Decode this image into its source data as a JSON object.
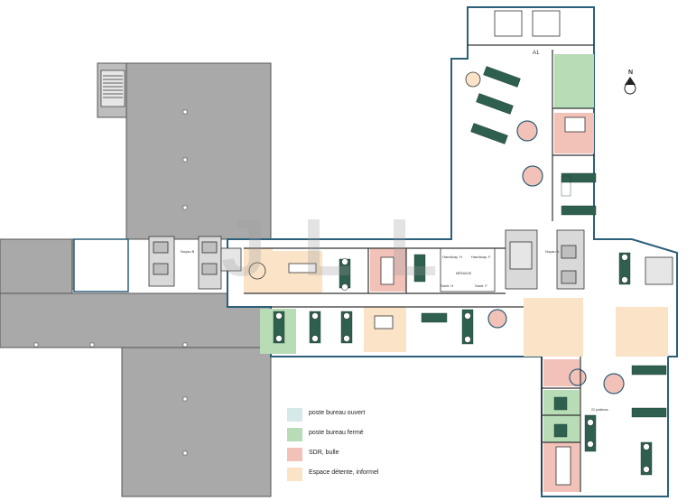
{
  "legend": {
    "items": [
      {
        "label": "poste bureau ouvert",
        "color": "#d6e9ea"
      },
      {
        "label": "poste bureau fermé",
        "color": "#b7dcb6"
      },
      {
        "label": "SDR, bulle",
        "color": "#f2c1b7"
      },
      {
        "label": "Espace détente, informel",
        "color": "#fbe3c7"
      }
    ]
  },
  "plan_labels": {
    "wing_label": "A1",
    "core_b": "Noyau B",
    "core_a": "Noyau A",
    "sanitary_1": "Handicap. H",
    "sanitary_2": "Handicap. F",
    "sanitary_3": "Sanit. H",
    "sanitary_4": "Sanit. F",
    "menage": "MÉNAGE",
    "north_label": "N",
    "positions_note": "22 positions"
  },
  "watermark": "JLL",
  "colors": {
    "grey_area": "#a9a9a9",
    "outline": "#2c5f7a",
    "desk_green": "#2f5f4e",
    "wall": "#333333"
  }
}
